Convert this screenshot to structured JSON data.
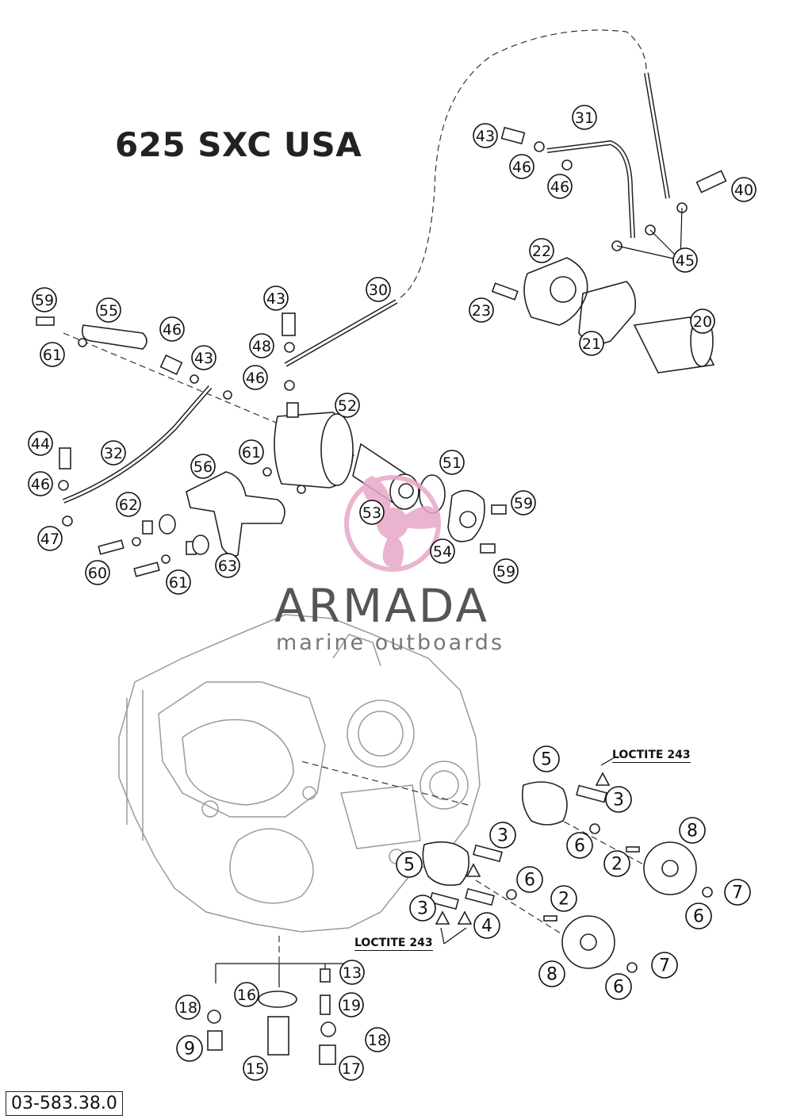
{
  "title": "625 SXC USA",
  "watermark": {
    "brand": "ARMADA",
    "tagline": "marine outboards",
    "logo_color": "#e7a6c7"
  },
  "loctite_labels": [
    "LOCTITE 243",
    "LOCTITE 243"
  ],
  "doc_number": "03-583.38.0",
  "callouts": [
    "59",
    "55",
    "61",
    "43",
    "46",
    "48",
    "43",
    "46",
    "30",
    "52",
    "44",
    "32",
    "61",
    "56",
    "46",
    "62",
    "47",
    "60",
    "61",
    "63",
    "53",
    "51",
    "59",
    "54",
    "59",
    "43",
    "31",
    "46",
    "46",
    "40",
    "45",
    "22",
    "23",
    "20",
    "21",
    "5",
    "3",
    "6",
    "2",
    "8",
    "6",
    "7",
    "5",
    "3",
    "6",
    "2",
    "3",
    "4",
    "8",
    "6",
    "7",
    "13",
    "16",
    "18",
    "19",
    "9",
    "18",
    "15",
    "17"
  ]
}
